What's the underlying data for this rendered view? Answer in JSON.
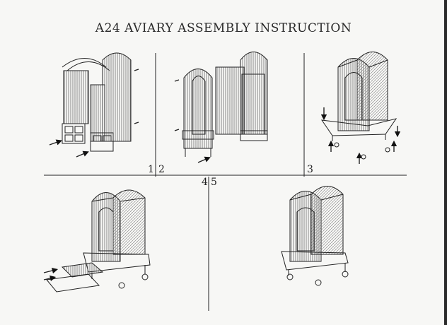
{
  "document": {
    "title": "A24 AVIARY ASSEMBLY INSTRUCTION",
    "steps": [
      {
        "number": "1"
      },
      {
        "number": "2"
      },
      {
        "number": "3"
      },
      {
        "number": "4"
      },
      {
        "number": "5"
      }
    ]
  }
}
